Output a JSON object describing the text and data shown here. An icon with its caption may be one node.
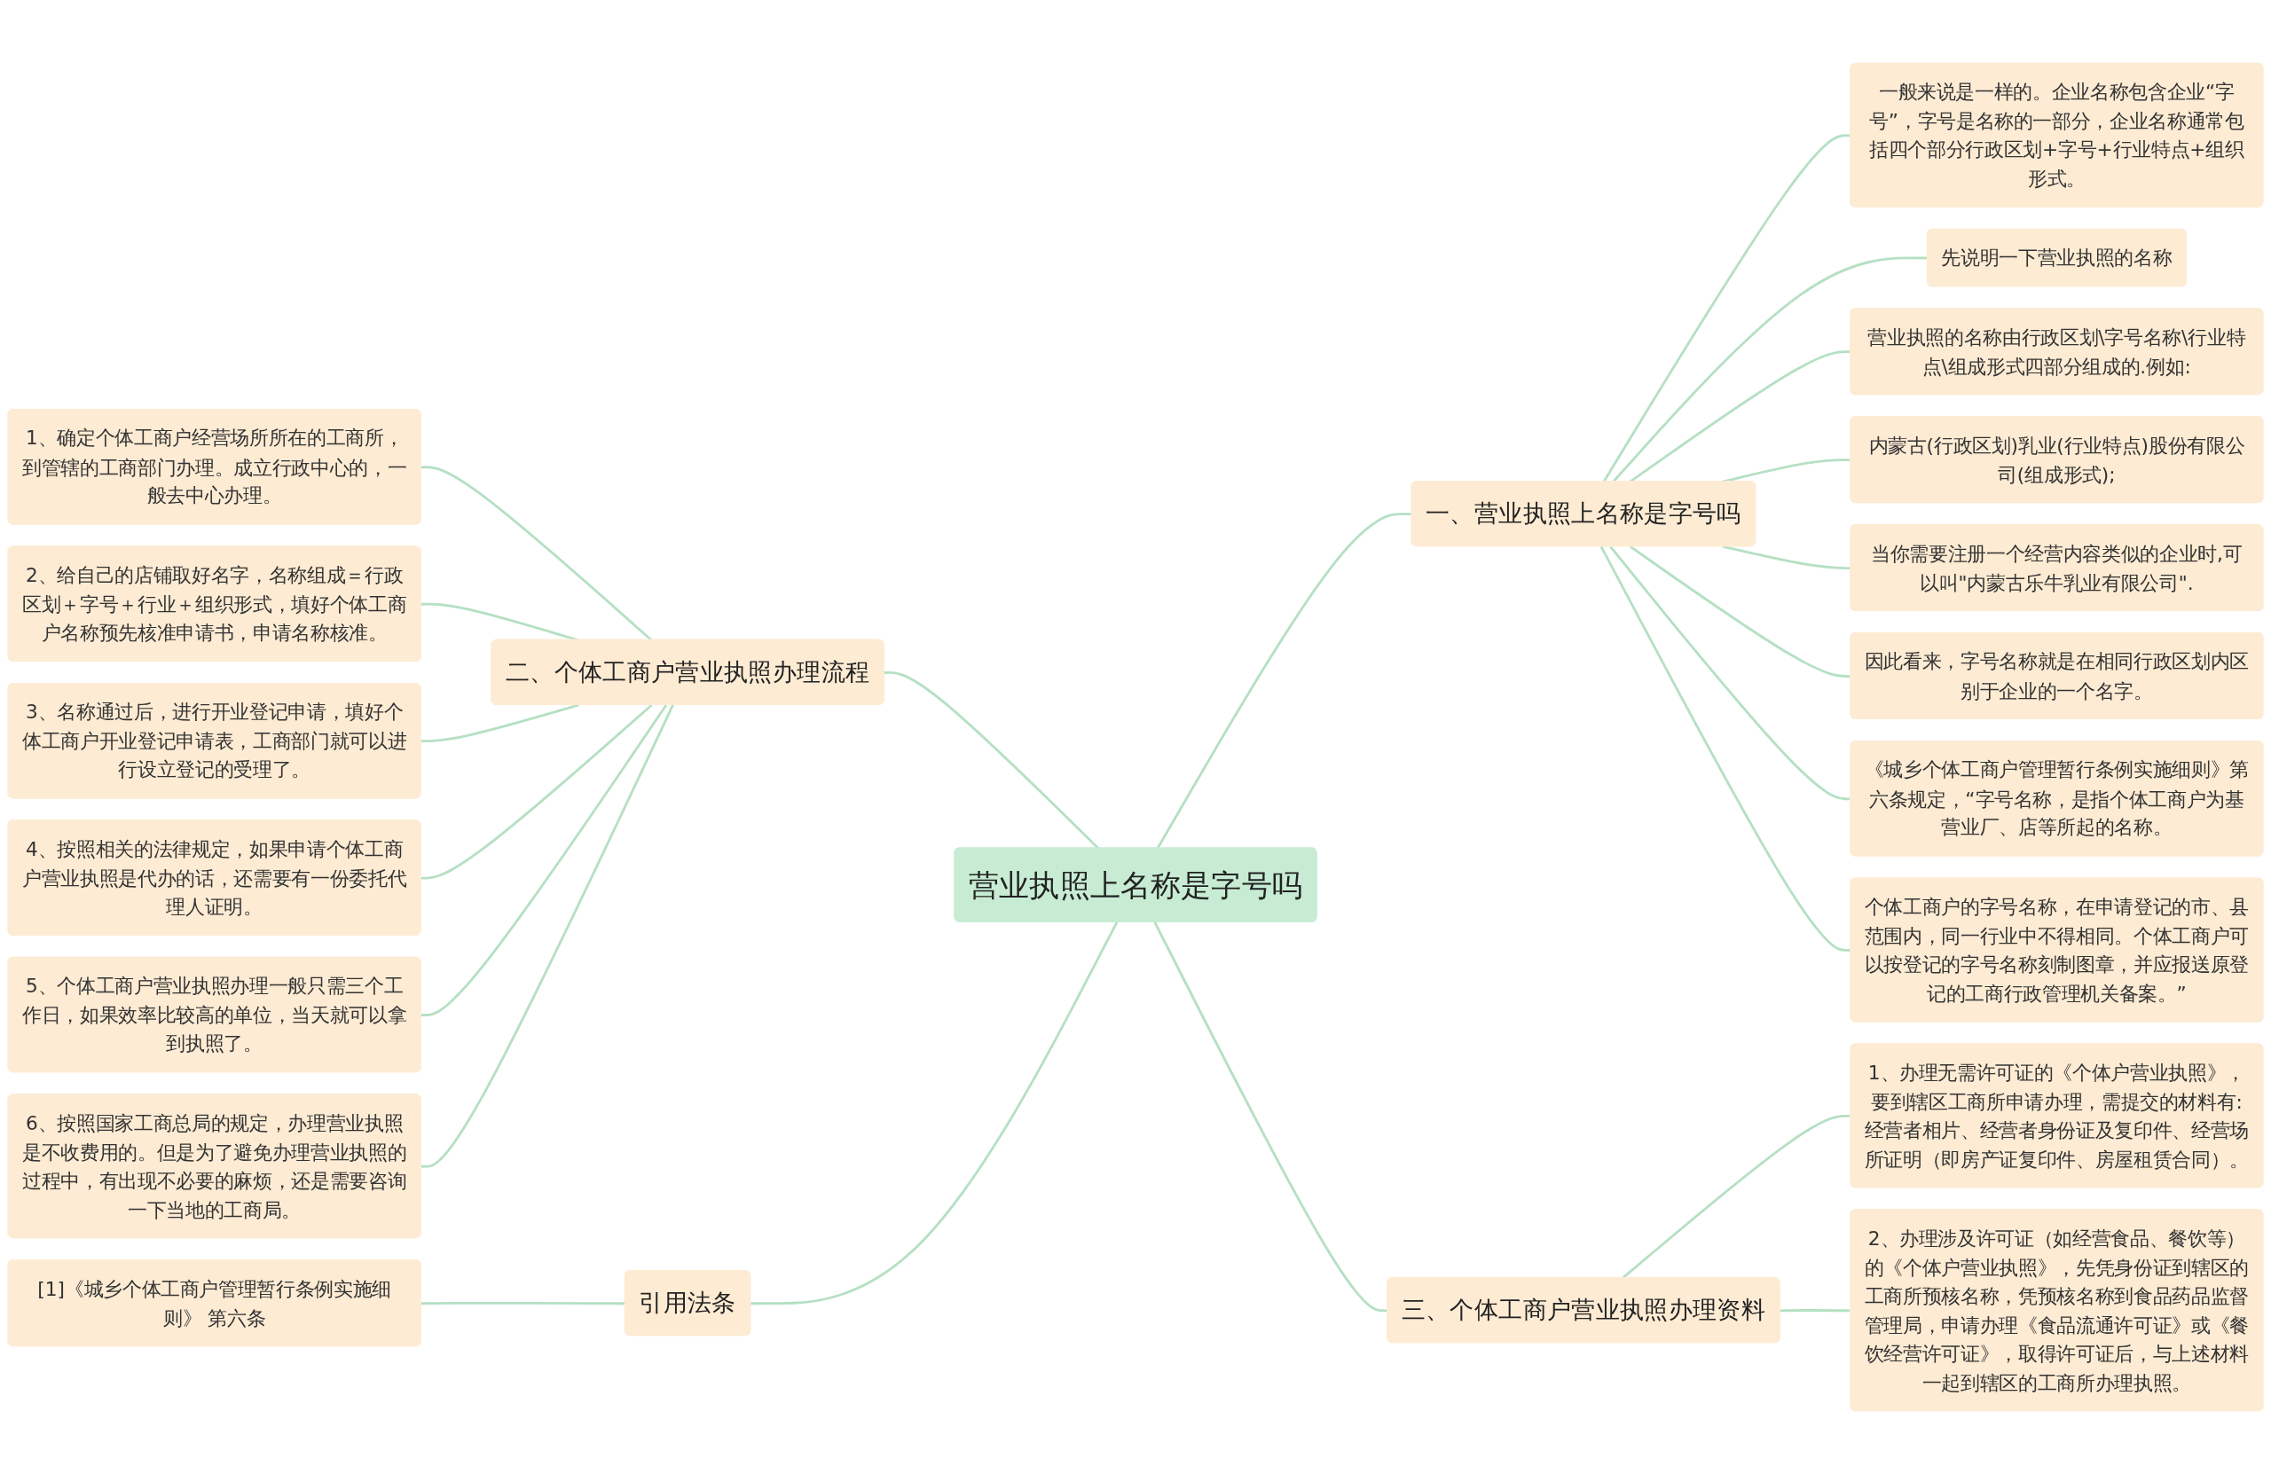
{
  "diagram": {
    "nodes": [
      {
        "text": [
          "营业执照上名称是字号吗"
        ]
      },
      {
        "text": [
          "一、营业执照上名称是字号吗"
        ]
      },
      {
        "text": [
          "一般来说是一样的。企业名称包含企业“字号”，字号是名称的一部分，企业名称通常包括四个部分行政区划+字号+行业特点+组织形式。"
        ]
      },
      {
        "text": [
          "先说明一下营业执照的名称"
        ]
      },
      {
        "text": [
          "营业执照的名称由行政区划\\字号名称\\行业特点\\组成形式四部分组成的.例如:"
        ]
      },
      {
        "text": [
          "内蒙古(行政区划)乳业(行业特点)股份有限公司(组成形式);"
        ]
      },
      {
        "text": [
          "当你需要注册一个经营内容类似的企业时,可以叫\"内蒙古乐牛乳业有限公司\"."
        ]
      },
      {
        "text": [
          "因此看来，字号名称就是在相同行政区划内区别于企业的一个名字。"
        ]
      },
      {
        "text": [
          "《城乡个体工商户管理暂行条例实施细则》第六条规定，“字号名称，是指个体工商户为基营业厂、店等所起的名称。"
        ]
      },
      {
        "text": [
          "个体工商户的字号名称，在申请登记的市、县范围内，同一行业中不得相同。个体工商户可以按登记的字号名称刻制图章，并应报送原登记的工商行政管理机关备案。”"
        ]
      },
      {
        "text": [
          "三、个体工商户营业执照办理资料"
        ]
      },
      {
        "text": [
          "1、办理无需许可证的《个体户营业执照》，要到辖区工商所申请办理，需提交的材料有:经营者相片、经营者身份证及复印件、经营场所证明（即房产证复印件、房屋租赁合同）。"
        ]
      },
      {
        "text": [
          "2、办理涉及许可证（如经营食品、餐饮等）的《个体户营业执照》，先凭身份证到辖区的工商所预核名称，凭预核名称到食品药品监督管理局，申请办理《食品流通许可证》或《餐饮经营许可证》，取得许可证后，与上述材料一起到辖区的工商所办理执照。"
        ]
      },
      {
        "text": [
          "二、个体工商户营业执照办理流程"
        ]
      },
      {
        "text": [
          "1、确定个体工商户经营场所所在的工商所，到管辖的工商部门办理。成立行政中心的，一般去中心办理。"
        ]
      },
      {
        "text": [
          "2、给自己的店铺取好名字，名称组成＝行政区划＋字号＋行业＋组织形式，填好个体工商户名称预先核准申请书，申请名称核准。"
        ]
      },
      {
        "text": [
          "3、名称通过后，进行开业登记申请，填好个体工商户开业登记申请表，工商部门就可以进行设立登记的受理了。"
        ]
      },
      {
        "text": [
          "4、按照相关的法律规定，如果申请个体工商户营业执照是代办的话，还需要有一份委托代理人证明。"
        ]
      },
      {
        "text": [
          "5、个体工商户营业执照办理一般只需三个工作日，如果效率比较高的单位，当天就可以拿到执照了。"
        ]
      },
      {
        "text": [
          "6、按照国家工商总局的规定，办理营业执照是不收费用的。但是为了避免办理营业执照的过程中，有出现不必要的麻烦，还是需要咨询一下当地的工商局。"
        ]
      },
      {
        "text": [
          "引用法条"
        ]
      },
      {
        "text": [
          "[1]《城乡个体工商户管理暂行条例实施细则》 第六条"
        ]
      }
    ],
    "edges": [
      {
        "from": 0,
        "to": 1,
        "arrow": "none"
      },
      {
        "from": 1,
        "to": 2,
        "arrow": "none"
      },
      {
        "from": 1,
        "to": 3,
        "arrow": "none"
      },
      {
        "from": 1,
        "to": 4,
        "arrow": "none"
      },
      {
        "from": 1,
        "to": 5,
        "arrow": "none"
      },
      {
        "from": 1,
        "to": 6,
        "arrow": "none"
      },
      {
        "from": 1,
        "to": 7,
        "arrow": "none"
      },
      {
        "from": 1,
        "to": 8,
        "arrow": "none"
      },
      {
        "from": 1,
        "to": 9,
        "arrow": "none"
      },
      {
        "from": 0,
        "to": 10,
        "arrow": "none"
      },
      {
        "from": 10,
        "to": 11,
        "arrow": "none"
      },
      {
        "from": 10,
        "to": 12,
        "arrow": "none"
      },
      {
        "from": 13,
        "to": 0,
        "arrow": "none"
      },
      {
        "from": 14,
        "to": 13,
        "arrow": "none"
      },
      {
        "from": 15,
        "to": 13,
        "arrow": "none"
      },
      {
        "from": 16,
        "to": 13,
        "arrow": "none"
      },
      {
        "from": 17,
        "to": 13,
        "arrow": "none"
      },
      {
        "from": 18,
        "to": 13,
        "arrow": "none"
      },
      {
        "from": 19,
        "to": 13,
        "arrow": "none"
      },
      {
        "from": 20,
        "to": 0,
        "arrow": "none"
      },
      {
        "from": 21,
        "to": 20,
        "arrow": "none"
      }
    ]
  }
}
